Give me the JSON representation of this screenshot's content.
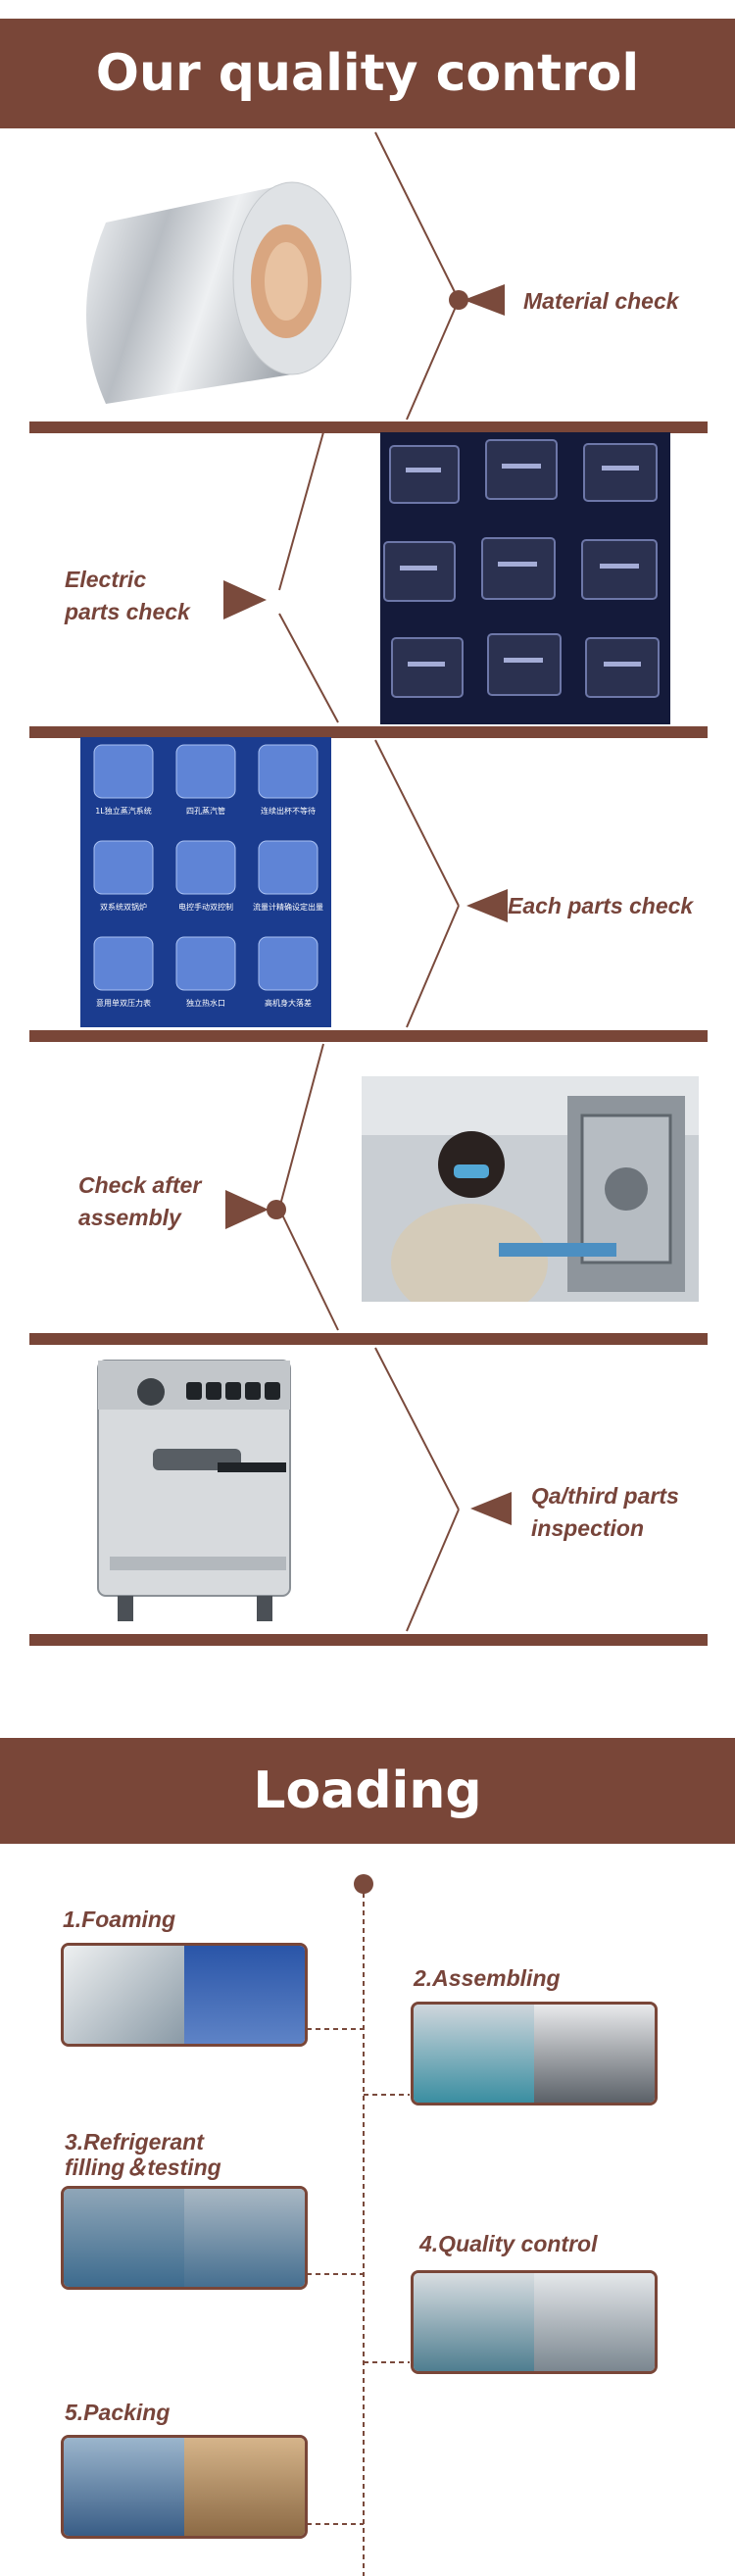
{
  "quality_section": {
    "title": "Our quality control",
    "checks": [
      {
        "label": "Material check",
        "image_icon": "aluminum-coil-photo"
      },
      {
        "label": "Electric\nparts check",
        "image_icon": "electronic-chips-photo"
      },
      {
        "label": "Each parts check",
        "image_icon": "parts-catalog-photo"
      },
      {
        "label": "Check after\nassembly",
        "image_icon": "worker-assembly-photo"
      },
      {
        "label": "Qa/third parts\ninspection",
        "image_icon": "coffee-machine-photo"
      }
    ],
    "parts_catalog": [
      "1L独立蒸汽系统",
      "四孔蒸汽管",
      "连续出杯不等待",
      "双系统双锅炉",
      "电控手动双控制",
      "流量计精确设定出量",
      "意用单双压力表",
      "独立热水口",
      "高机身大落差"
    ]
  },
  "loading_section": {
    "title": "Loading",
    "steps": [
      {
        "label": "1.Foaming",
        "side": "left"
      },
      {
        "label": "2.Assembling",
        "side": "right"
      },
      {
        "label": "3.Refrigerant\nfilling＆testing",
        "side": "left"
      },
      {
        "label": "4.Quality control",
        "side": "right"
      },
      {
        "label": "5.Packing",
        "side": "left"
      }
    ]
  },
  "colors": {
    "brand_brown": "#794638",
    "label_brown": "#77443a",
    "banner_text": "#ffffff"
  }
}
